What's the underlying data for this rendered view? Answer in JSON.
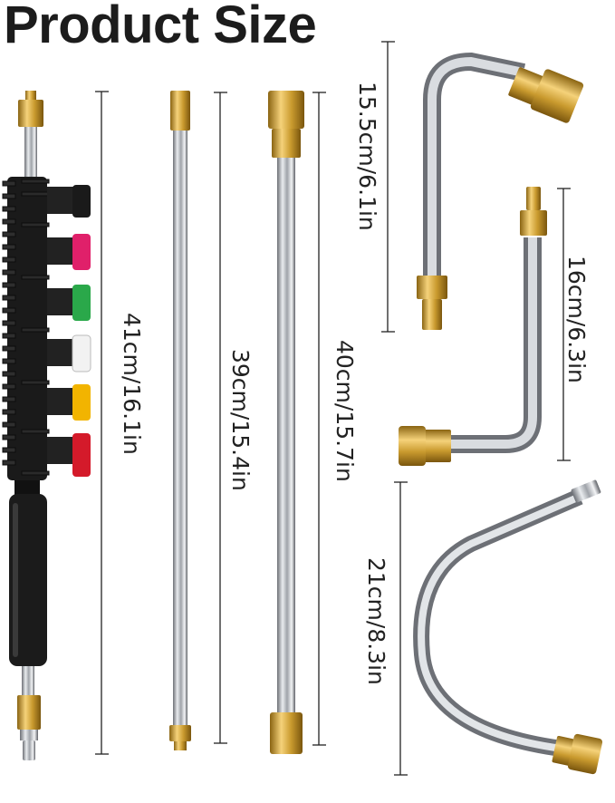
{
  "header": {
    "title": "Product Size"
  },
  "dimensions": [
    {
      "id": "wand",
      "label": "41cm/16.1in"
    },
    {
      "id": "rod-a",
      "label": "39cm/15.4in"
    },
    {
      "id": "rod-b",
      "label": "40cm/15.7in"
    },
    {
      "id": "hook-a",
      "label": "15.5cm/6.1in"
    },
    {
      "id": "hook-b",
      "label": "16cm/6.3in"
    },
    {
      "id": "curve",
      "label": "21cm/8.3in"
    }
  ],
  "nozzle_colors": [
    "#1a1a1a",
    "#e0206a",
    "#2aa84a",
    "#f2f2f2",
    "#f2b400",
    "#d41a2a"
  ],
  "colors": {
    "brass": "#c99a2e",
    "steel": "#b8bcc2",
    "black": "#1a1a1a"
  }
}
